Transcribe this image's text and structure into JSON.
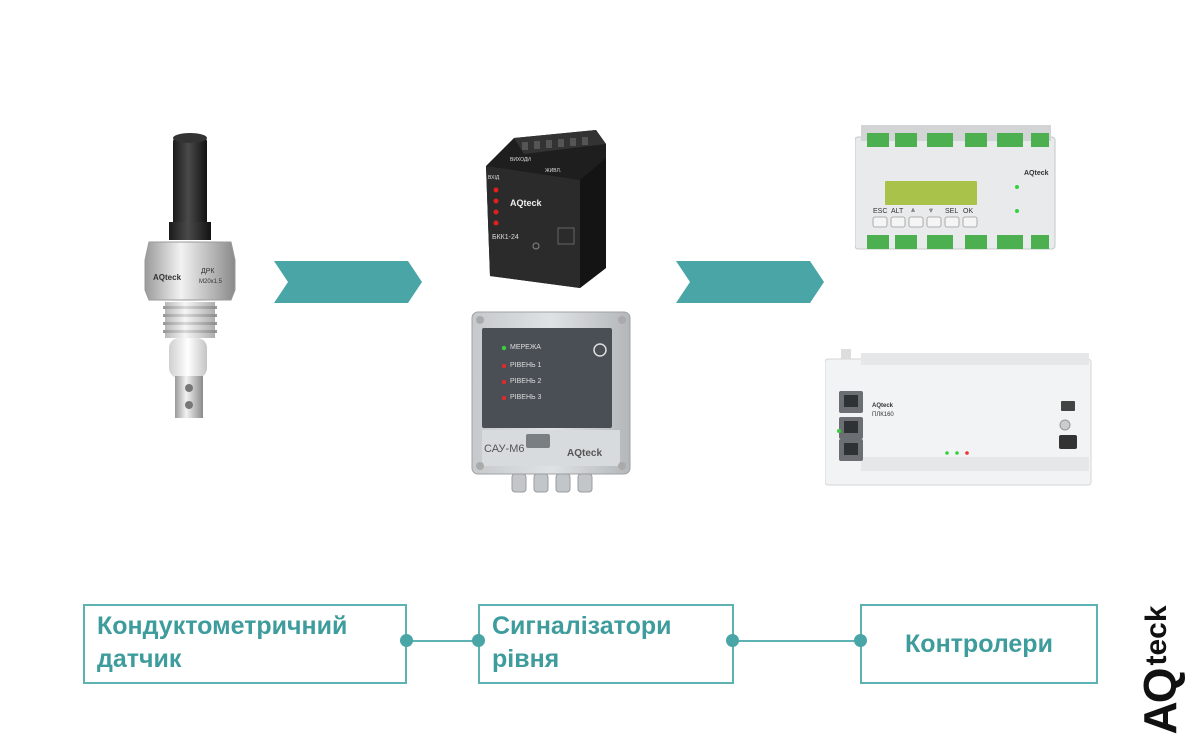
{
  "labels": {
    "sensor": "Кондуктометричний датчик",
    "signalizer": "Сигналізатори рівня",
    "controllers": "Контролери"
  },
  "brand": {
    "main": "AQ",
    "sub": "teck"
  },
  "devices": {
    "sensor": {
      "model": "ДРК",
      "thread": "M20x1.5",
      "brand": "AQteck"
    },
    "bkk": {
      "model": "БКК1-24",
      "brand": "AQteck",
      "top_label": "ВИХОДИ",
      "side_label": "ВХІД",
      "bottom_label": "ЖИВЛ."
    },
    "sau": {
      "model": "САУ-М6",
      "brand": "AQteck",
      "indicators": [
        "МЕРЕЖА",
        "РІВЕНЬ 1",
        "РІВЕНЬ 2",
        "РІВЕНЬ 3"
      ]
    },
    "plc_display": {
      "brand": "AQteck",
      "buttons": [
        "ESC",
        "ALT",
        "⩓",
        "⩔",
        "SEL",
        "OK"
      ]
    },
    "plc_base": {
      "brand": "AQteck",
      "model": "ПЛК160"
    }
  },
  "colors": {
    "accent": "#4aa6a6",
    "arrow": "#4aa6a6",
    "label_text": "#3e9c9c",
    "border": "#5fb2b2"
  }
}
